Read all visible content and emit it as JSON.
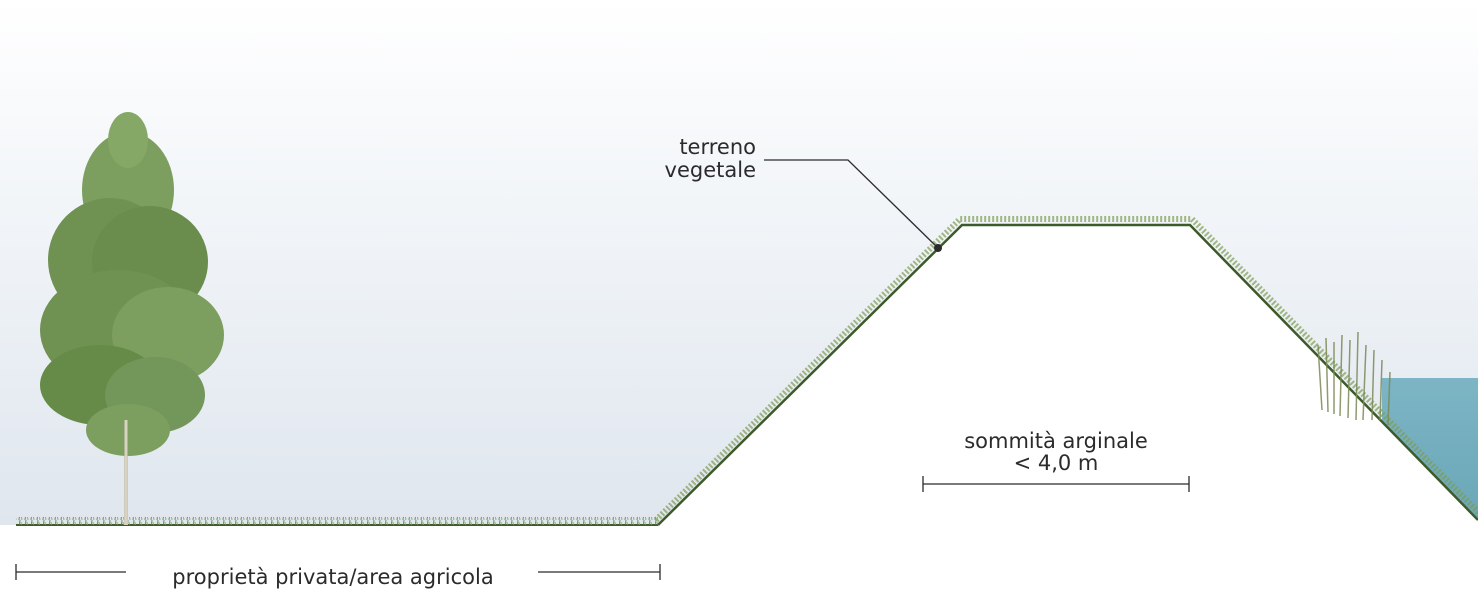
{
  "labels": {
    "terreno_line1": "terreno",
    "terreno_line2": "vegetale",
    "sommita_line1": "sommità arginale",
    "sommita_line2": "< 4,0 m",
    "proprieta": "proprietà privata/area agricola"
  },
  "colors": {
    "sky_top": "#ffffff",
    "sky_bottom": "#dfe6ee",
    "embankment": "#ffffff",
    "grass": "#6f8a4a",
    "water": "#74aebf",
    "tree_foliage": "#6f9152",
    "line": "#2b2b2b"
  },
  "icons": {
    "tree": "tree-icon",
    "reeds": "reeds-icon"
  }
}
